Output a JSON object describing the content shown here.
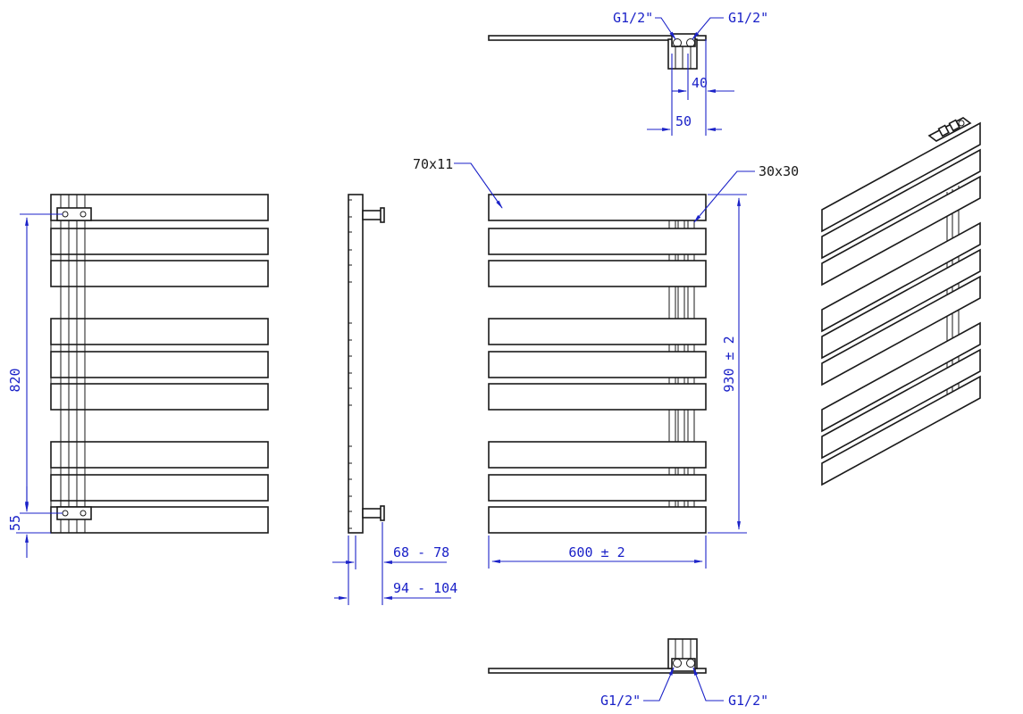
{
  "colors": {
    "object": "#1a1a1a",
    "dimension": "#1b22c8",
    "background": "#ffffff"
  },
  "front_view": {
    "dim_height": "820",
    "dim_offset": "55"
  },
  "side_view": {
    "dim_depth_small": "68 - 78",
    "dim_depth_large": "94 - 104"
  },
  "rear_view": {
    "label_bar_section": "70x11",
    "label_riser_section": "30x30",
    "dim_height": "930  ± 2",
    "dim_width": "600  ± 2"
  },
  "top_view": {
    "connection_left": "G1/2\"",
    "connection_right": "G1/2\"",
    "dim_40": "40",
    "dim_50": "50"
  },
  "bottom_view": {
    "connection_left": "G1/2\"",
    "connection_right": "G1/2\""
  },
  "iso_view": {}
}
